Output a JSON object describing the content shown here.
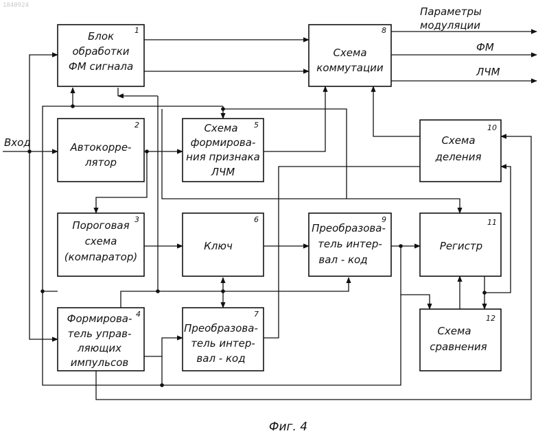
{
  "watermark": "1840924",
  "input_label": "Вход",
  "figure_caption": "Фиг. 4",
  "outputs": [
    "Параметры модуляции",
    "ФМ",
    "ЛЧМ"
  ],
  "blocks": [
    {
      "num": "1",
      "lines": [
        "Блок",
        "обработки",
        "ФМ сигнала"
      ]
    },
    {
      "num": "2",
      "lines": [
        "Автокорре-",
        "лятор"
      ]
    },
    {
      "num": "3",
      "lines": [
        "Пороговая",
        "схема",
        "(компаратор)"
      ]
    },
    {
      "num": "4",
      "lines": [
        "Формирова-",
        "тель управ-",
        "ляющих",
        "импульсов"
      ]
    },
    {
      "num": "5",
      "lines": [
        "Схема",
        "формирова-",
        "ния признака",
        "ЛЧМ"
      ]
    },
    {
      "num": "6",
      "lines": [
        "Ключ"
      ]
    },
    {
      "num": "7",
      "lines": [
        "Преобразова-",
        "тель интер-",
        "вал - код"
      ]
    },
    {
      "num": "8",
      "lines": [
        "Схема",
        "коммутации"
      ]
    },
    {
      "num": "9",
      "lines": [
        "Преобразова-",
        "тель интер-",
        "вал - код"
      ]
    },
    {
      "num": "10",
      "lines": [
        "Схема",
        "деления"
      ]
    },
    {
      "num": "11",
      "lines": [
        "Регистр"
      ]
    },
    {
      "num": "12",
      "lines": [
        "Схема",
        "сравнения"
      ]
    }
  ]
}
